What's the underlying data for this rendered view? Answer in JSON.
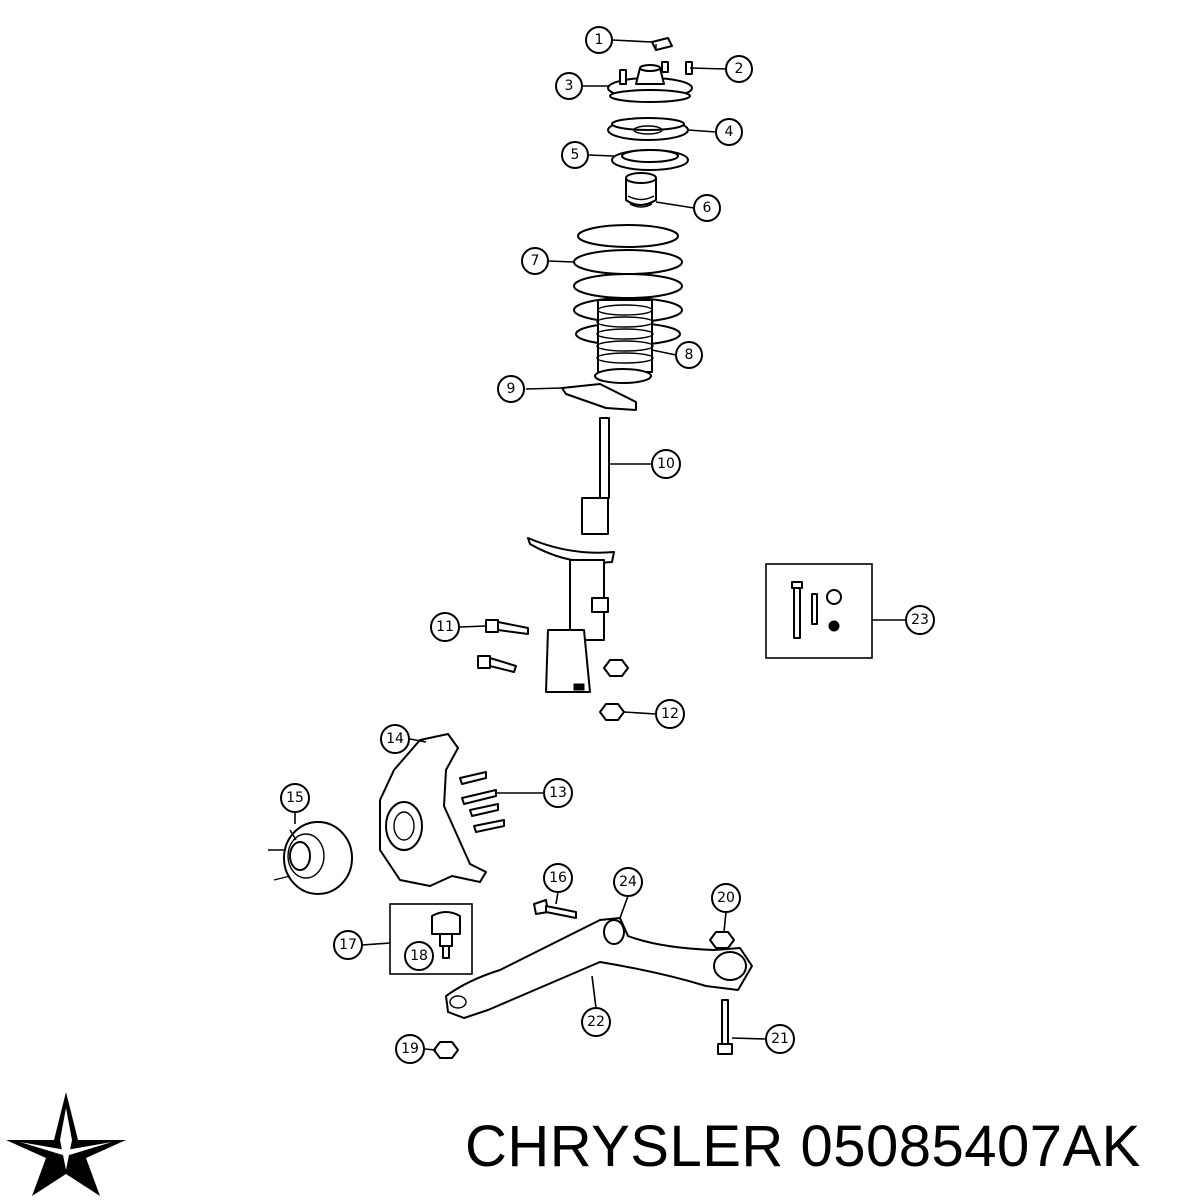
{
  "callouts": [
    {
      "id": "1",
      "label": "1"
    },
    {
      "id": "2",
      "label": "2"
    },
    {
      "id": "3",
      "label": "3"
    },
    {
      "id": "4",
      "label": "4"
    },
    {
      "id": "5",
      "label": "5"
    },
    {
      "id": "6",
      "label": "6"
    },
    {
      "id": "7",
      "label": "7"
    },
    {
      "id": "8",
      "label": "8"
    },
    {
      "id": "9",
      "label": "9"
    },
    {
      "id": "10",
      "label": "10"
    },
    {
      "id": "11",
      "label": "11"
    },
    {
      "id": "12",
      "label": "12"
    },
    {
      "id": "13",
      "label": "13"
    },
    {
      "id": "14",
      "label": "14"
    },
    {
      "id": "15",
      "label": "15"
    },
    {
      "id": "16",
      "label": "16"
    },
    {
      "id": "17",
      "label": "17"
    },
    {
      "id": "18",
      "label": "18"
    },
    {
      "id": "19",
      "label": "19"
    },
    {
      "id": "20",
      "label": "20"
    },
    {
      "id": "21",
      "label": "21"
    },
    {
      "id": "22",
      "label": "22"
    },
    {
      "id": "23",
      "label": "23"
    },
    {
      "id": "24",
      "label": "24"
    }
  ],
  "brand": {
    "name": "CHRYSLER",
    "part_number": "05085407AK",
    "logo_icon": "chrysler-star-icon"
  }
}
